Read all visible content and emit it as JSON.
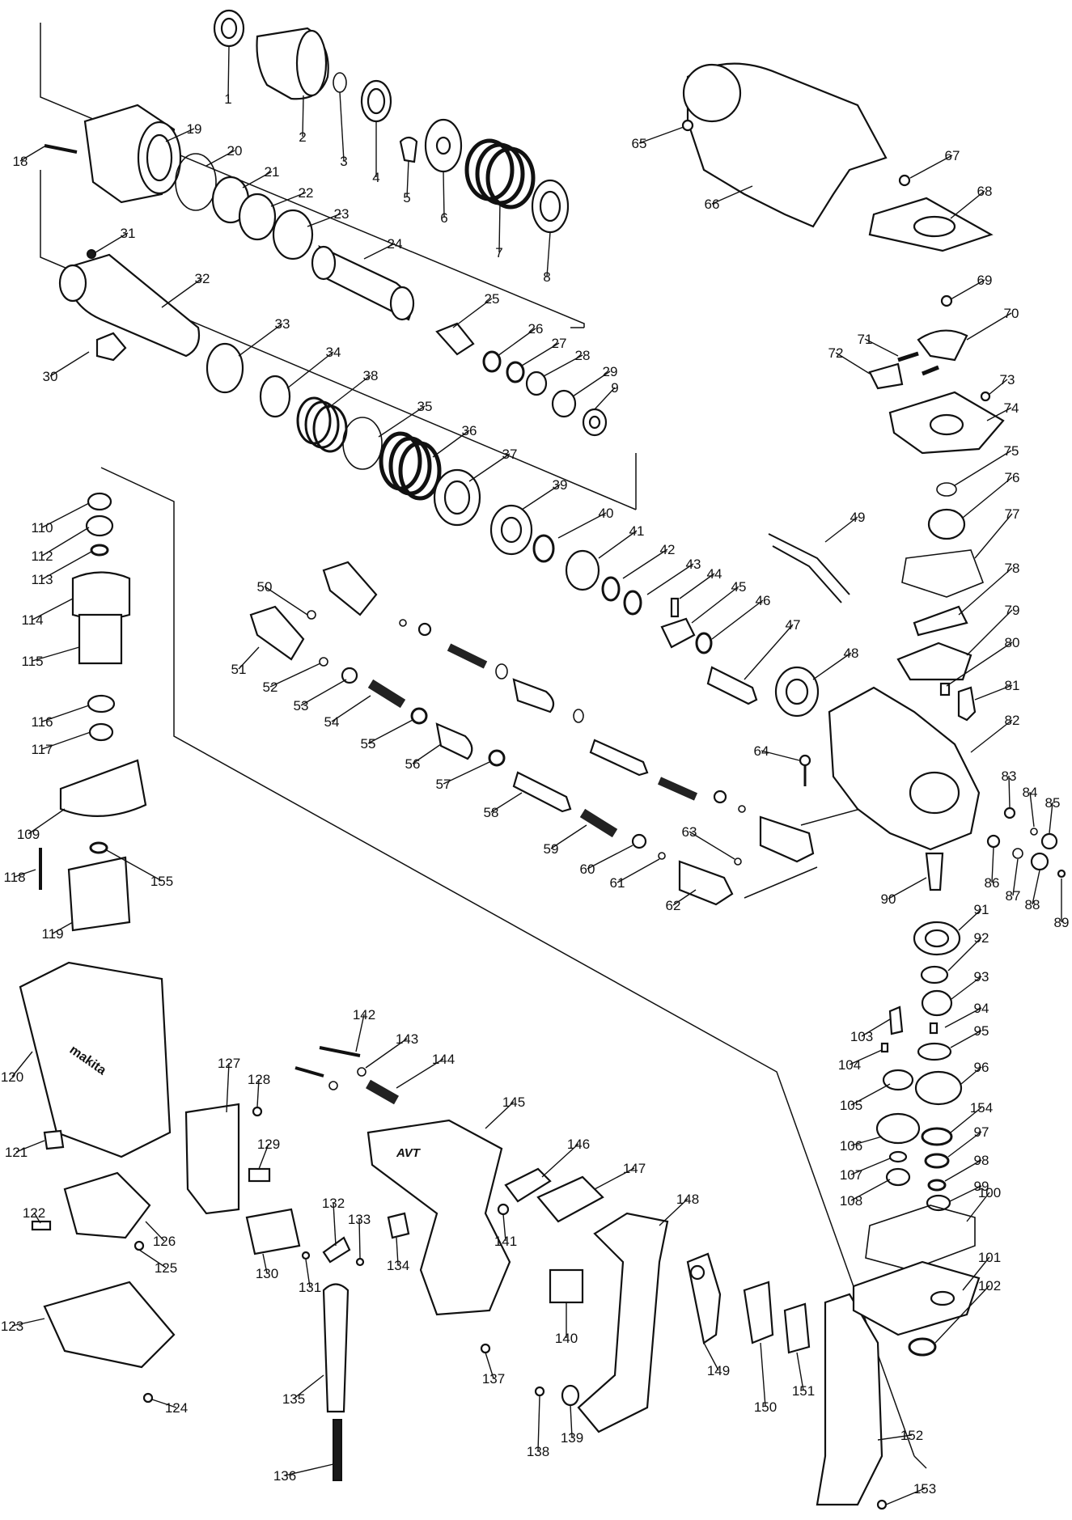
{
  "diagram": {
    "brand_mark": "makita",
    "handle_mark": "AVT",
    "part_numbers": [
      "1",
      "2",
      "3",
      "4",
      "5",
      "6",
      "7",
      "8",
      "9",
      "18",
      "19",
      "20",
      "21",
      "22",
      "23",
      "24",
      "25",
      "26",
      "27",
      "28",
      "29",
      "30",
      "31",
      "32",
      "33",
      "34",
      "35",
      "36",
      "37",
      "38",
      "39",
      "40",
      "41",
      "42",
      "43",
      "44",
      "45",
      "46",
      "47",
      "48",
      "49",
      "50",
      "51",
      "52",
      "53",
      "54",
      "55",
      "56",
      "57",
      "58",
      "59",
      "60",
      "61",
      "62",
      "63",
      "64",
      "65",
      "66",
      "67",
      "68",
      "69",
      "70",
      "71",
      "72",
      "73",
      "74",
      "75",
      "76",
      "77",
      "78",
      "79",
      "80",
      "81",
      "82",
      "83",
      "84",
      "85",
      "86",
      "87",
      "88",
      "89",
      "90",
      "91",
      "92",
      "93",
      "94",
      "95",
      "96",
      "97",
      "98",
      "99",
      "100",
      "101",
      "102",
      "103",
      "104",
      "105",
      "106",
      "107",
      "108",
      "109",
      "110",
      "112",
      "113",
      "114",
      "115",
      "116",
      "117",
      "118",
      "119",
      "120",
      "121",
      "122",
      "123",
      "124",
      "125",
      "126",
      "127",
      "128",
      "129",
      "130",
      "131",
      "132",
      "133",
      "134",
      "135",
      "136",
      "137",
      "138",
      "139",
      "140",
      "141",
      "142",
      "143",
      "144",
      "145",
      "146",
      "147",
      "148",
      "149",
      "150",
      "151",
      "152",
      "153",
      "154",
      "155"
    ]
  }
}
